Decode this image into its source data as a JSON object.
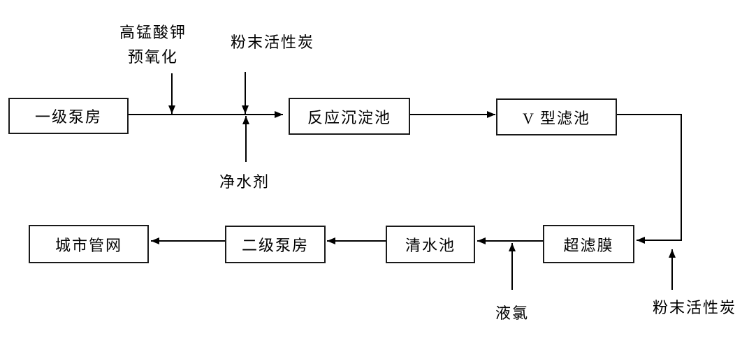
{
  "diagram": {
    "nodes": {
      "pump_station_1": "一级泵房",
      "reaction_sedimentation_tank": "反应沉淀池",
      "v_type_filter": "V 型滤池",
      "ultrafiltration_membrane": "超滤膜",
      "clear_water_tank": "清水池",
      "pump_station_2": "二级泵房",
      "city_pipe_network": "城市管网"
    },
    "annotations": {
      "kmno4_line1": "高锰酸钾",
      "kmno4_line2": "预氧化",
      "powdered_activated_carbon_top": "粉末活性炭",
      "water_purifier": "净水剂",
      "liquid_chlorine": "液氯",
      "powdered_activated_carbon_bottom": "粉末活性炭"
    },
    "colors": {
      "background": "#ffffff",
      "line": "#000000",
      "box_border": "#1a1a1a",
      "text": "#000000"
    }
  }
}
